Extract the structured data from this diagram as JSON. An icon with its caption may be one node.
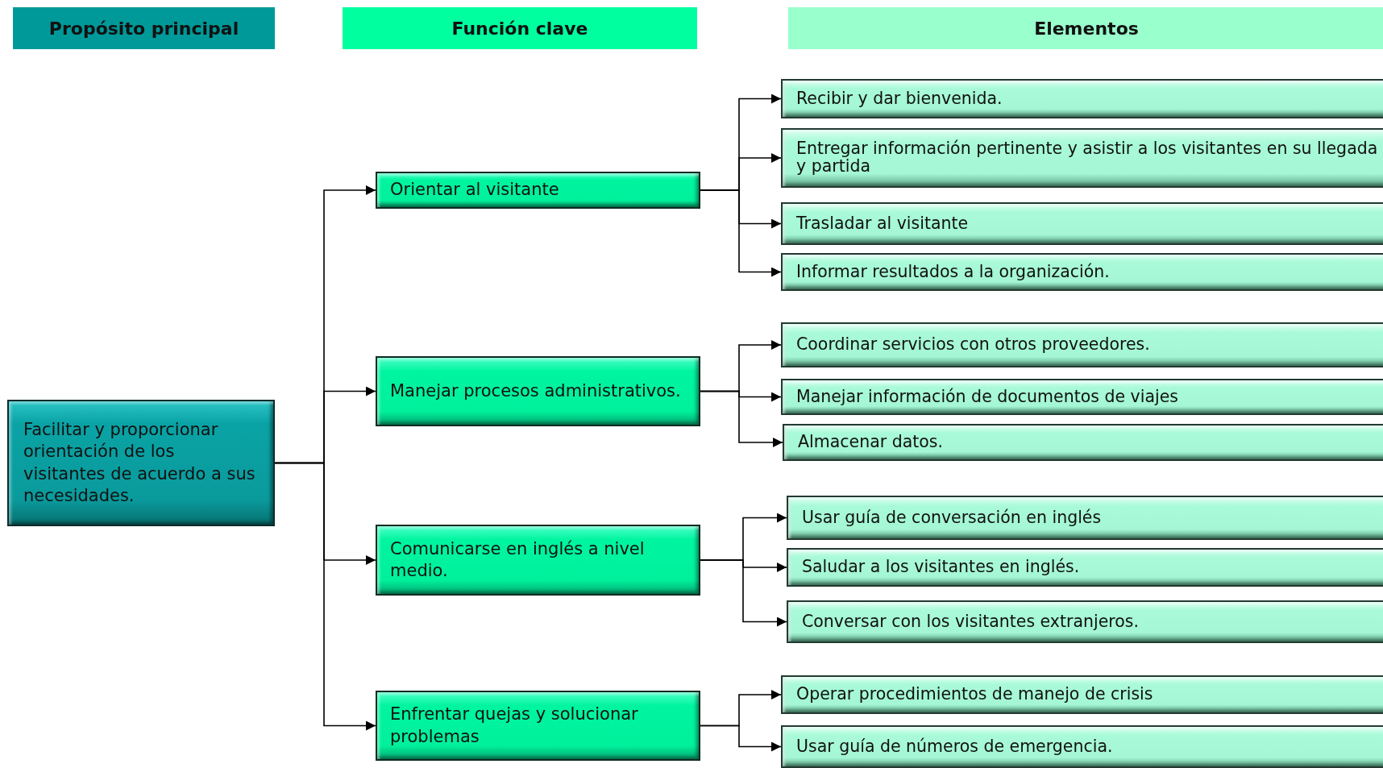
{
  "diagram": {
    "nodes": [
      {
        "text": [
          "Propósito principal"
        ]
      },
      {
        "text": [
          "Función clave"
        ]
      },
      {
        "text": [
          "Elementos"
        ]
      },
      {
        "text": [
          "Facilitar y proporcionar orientación de los visitantes de acuerdo a sus necesidades."
        ]
      },
      {
        "text": [
          "Orientar al visitante"
        ]
      },
      {
        "text": [
          "Recibir y dar bienvenida."
        ]
      },
      {
        "text": [
          "Entregar información pertinente y asistir a los visitantes en su llegada y partida"
        ]
      },
      {
        "text": [
          "Trasladar al visitante"
        ]
      },
      {
        "text": [
          "Informar resultados a la organización."
        ]
      },
      {
        "text": [
          "Manejar procesos administrativos."
        ]
      },
      {
        "text": [
          "Coordinar servicios con otros proveedores."
        ]
      },
      {
        "text": [
          "Manejar información de documentos de viajes"
        ]
      },
      {
        "text": [
          "Almacenar datos."
        ]
      },
      {
        "text": [
          "Comunicarse en inglés a nivel medio."
        ]
      },
      {
        "text": [
          "Usar guía de conversación en inglés"
        ]
      },
      {
        "text": [
          "Saludar a los visitantes en inglés."
        ]
      },
      {
        "text": [
          "Conversar con los visitantes extranjeros."
        ]
      },
      {
        "text": [
          "Enfrentar quejas y solucionar problemas"
        ]
      },
      {
        "text": [
          "Operar procedimientos de manejo de crisis"
        ]
      },
      {
        "text": [
          "Usar guía de números de emergencia."
        ]
      }
    ],
    "edges": [
      {
        "from": 3,
        "to": 4,
        "arrow": "to"
      },
      {
        "from": 3,
        "to": 9,
        "arrow": "to"
      },
      {
        "from": 3,
        "to": 13,
        "arrow": "to"
      },
      {
        "from": 3,
        "to": 17,
        "arrow": "to"
      },
      {
        "from": 4,
        "to": 5,
        "arrow": "to"
      },
      {
        "from": 4,
        "to": 6,
        "arrow": "to"
      },
      {
        "from": 4,
        "to": 7,
        "arrow": "to"
      },
      {
        "from": 4,
        "to": 8,
        "arrow": "to"
      },
      {
        "from": 9,
        "to": 10,
        "arrow": "to"
      },
      {
        "from": 9,
        "to": 11,
        "arrow": "to"
      },
      {
        "from": 9,
        "to": 12,
        "arrow": "to"
      },
      {
        "from": 13,
        "to": 14,
        "arrow": "to"
      },
      {
        "from": 13,
        "to": 15,
        "arrow": "to"
      },
      {
        "from": 13,
        "to": 16,
        "arrow": "to"
      },
      {
        "from": 17,
        "to": 18,
        "arrow": "to"
      },
      {
        "from": 17,
        "to": 19,
        "arrow": "to"
      }
    ]
  }
}
